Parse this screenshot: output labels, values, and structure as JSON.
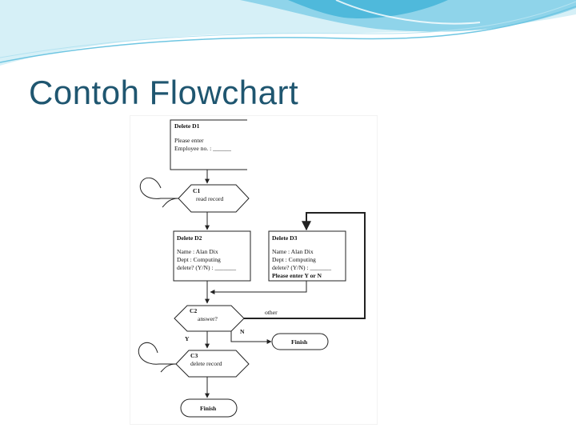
{
  "slide": {
    "title": "Contoh Flowchart"
  },
  "colors": {
    "title": "#1f5670",
    "wave_light": "#cfeef7",
    "wave_mid": "#7fd0e8",
    "wave_dark": "#2aa7cf"
  },
  "flowchart": {
    "screen_d1": {
      "title": "Delete D1",
      "line1": "Please enter",
      "line2": "Employee no. : ______"
    },
    "c1": {
      "id": "C1",
      "label": "read record"
    },
    "screen_d2": {
      "title": "Delete D2",
      "line1": "Name : Alan Dix",
      "line2": "Dept : Computing",
      "line3": "delete?  (Y/N) : _______"
    },
    "screen_d3": {
      "title": "Delete D3",
      "line1": "Name : Alan Dix",
      "line2": "Dept : Computing",
      "line3": "delete?  (Y/N) : _______",
      "line4": "Please enter Y or N"
    },
    "c2": {
      "id": "C2",
      "label": "answer?",
      "branch_other": "other",
      "branch_n": "N",
      "branch_y": "Y"
    },
    "finish_n": {
      "label": "Finish"
    },
    "c3": {
      "id": "C3",
      "label": "delete record"
    },
    "finish_end": {
      "label": "Finish"
    }
  }
}
